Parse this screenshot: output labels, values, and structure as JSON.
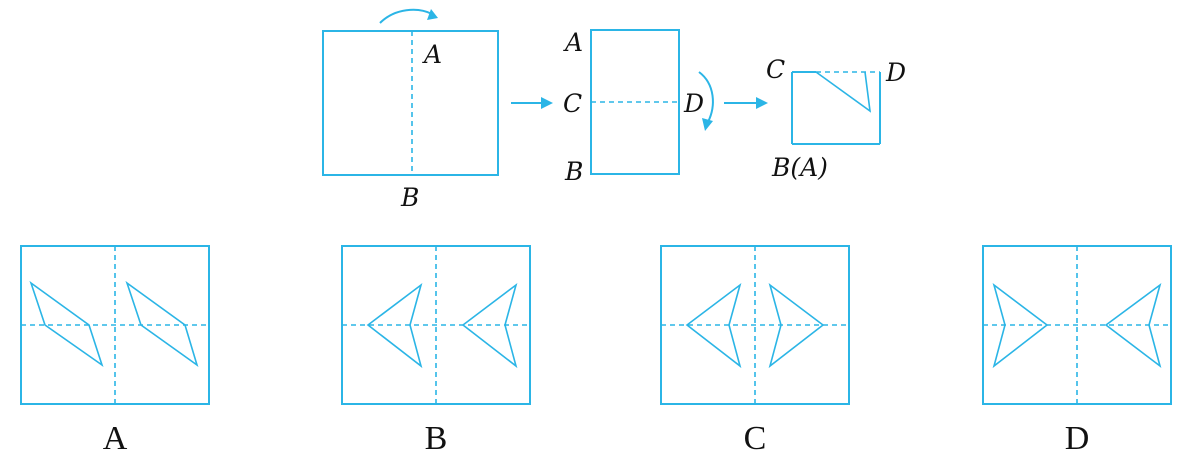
{
  "top": {
    "step1": {
      "label_top": "A",
      "label_bottom": "B"
    },
    "step2": {
      "label_top": "A",
      "label_middle_left": "C",
      "label_middle_right": "D",
      "label_bottom": "B"
    },
    "step3": {
      "label_top_left": "C",
      "label_top_right": "D",
      "label_bottom": "B(A)"
    }
  },
  "options": [
    {
      "label": "A"
    },
    {
      "label": "B"
    },
    {
      "label": "C"
    },
    {
      "label": "D"
    }
  ],
  "colors": {
    "line": "#2bb5e6",
    "text": "#111111"
  }
}
